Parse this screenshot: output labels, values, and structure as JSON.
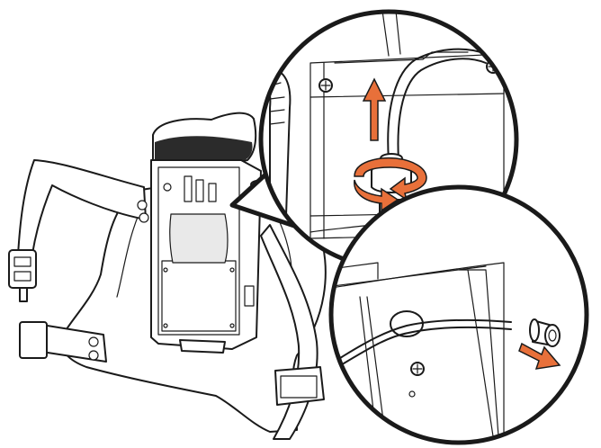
{
  "figure": {
    "kind": "exploded assembly illustration",
    "accent_color": "#e8703a",
    "line_color": "#1a1a1a",
    "callouts": [
      {
        "id": "tube-release",
        "icon": "rotate-lift-arrows"
      },
      {
        "id": "connector-removal",
        "icon": "pull-out-arrow"
      }
    ]
  }
}
